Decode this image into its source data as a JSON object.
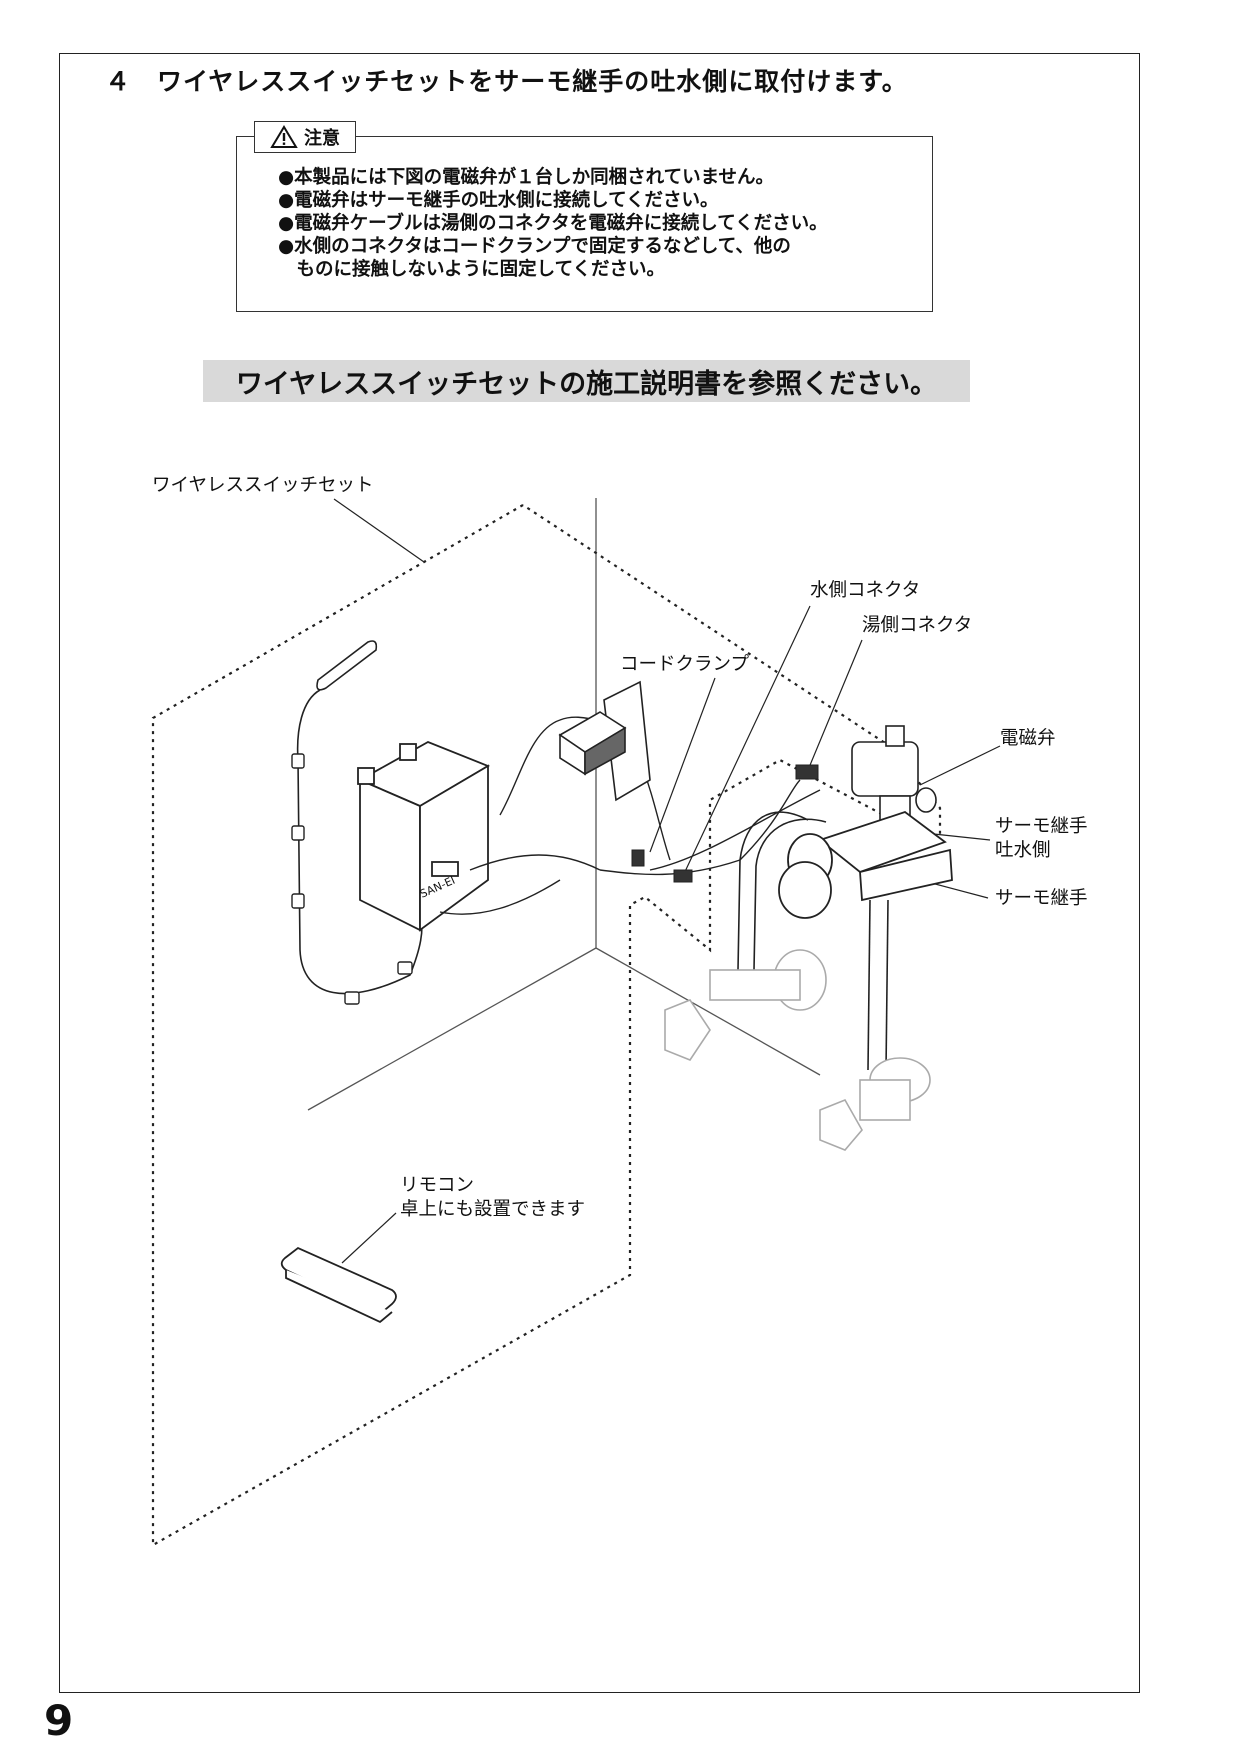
{
  "step": {
    "title": "４　ワイヤレススイッチセットをサーモ継手の吐水側に取付けます。"
  },
  "caution": {
    "label": "注意",
    "items": [
      "●本製品には下図の電磁弁が１台しか同梱されていません。",
      "●電磁弁はサーモ継手の吐水側に接続してください。",
      "●電磁弁ケーブルは湯側のコネクタを電磁弁に接続してください。",
      "●水側のコネクタはコードクランプで固定するなどして、他の",
      "　ものに接触しないように固定してください。"
    ]
  },
  "note": "ワイヤレススイッチセットの施工説明書を参照ください。",
  "diagram": {
    "labels": {
      "wireless_set": "ワイヤレススイッチセット",
      "water_connector": "水側コネクタ",
      "hot_connector": "湯側コネクタ",
      "cord_clamp": "コードクランプ",
      "solenoid_valve": "電磁弁",
      "thermo_outlet_1": "サーモ継手",
      "thermo_outlet_2": "吐水側",
      "thermo_joint": "サーモ継手",
      "remote_1": "リモコン",
      "remote_2": "卓上にも設置できます"
    },
    "unit_marking": "SAN-EI"
  },
  "page_number": "9"
}
